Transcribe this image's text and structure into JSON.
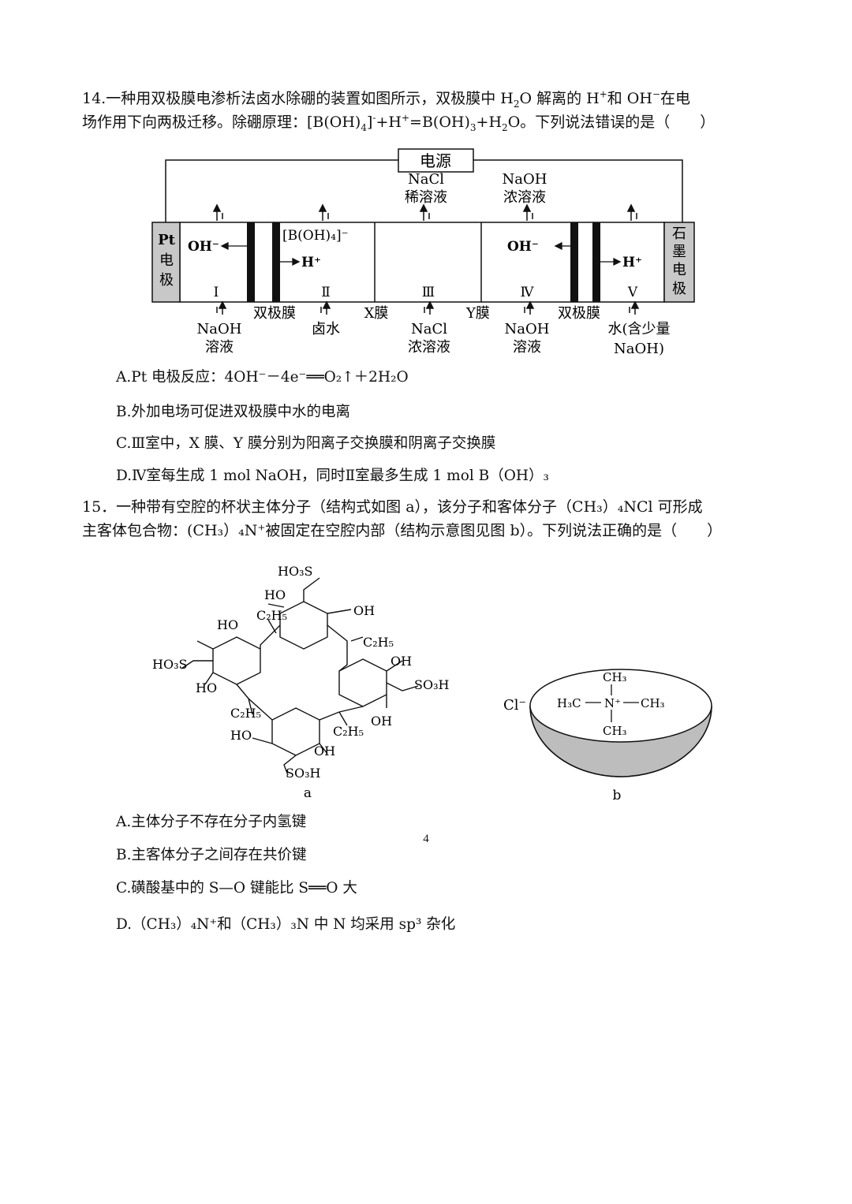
{
  "q14": {
    "line1_prefix": "14.一种用双极膜电渗析法卤水除硼的装置如图所示，双极膜中 H",
    "line1_mid": "O 解离的 H",
    "line1_mid2": "和 OH",
    "line1_end": "在电",
    "line2_prefix": "场作用下向两极迁移。除硼原理：[B(OH)",
    "line2_mid": "]",
    "line2_mid2": "+H",
    "line2_mid3": "=B(OH)",
    "line2_mid4": "+H",
    "line2_end": "O。下列说法错误的是（　　）",
    "sub2": "2",
    "sub3": "3",
    "sub4": "4",
    "sup_plus": "+",
    "sup_minus": "−",
    "sup_dash": "-",
    "figure": {
      "power": "电源",
      "top_labels": [
        {
          "l1": "NaCl",
          "l2": "稀溶液"
        },
        {
          "l1": "NaOH",
          "l2": "浓溶液"
        }
      ],
      "left_electrode": [
        "Pt",
        "电",
        "极"
      ],
      "right_electrode": [
        "石",
        "墨",
        "电",
        "极"
      ],
      "ion_oh_left": "OH⁻",
      "ion_boh4": "[B(OH)₄]⁻",
      "ion_h_left": "H⁺",
      "ion_oh_right": "OH⁻",
      "ion_h_right": "H⁺",
      "rooms": [
        "Ⅰ",
        "Ⅱ",
        "Ⅲ",
        "Ⅳ",
        "Ⅴ"
      ],
      "membranes": [
        "双极膜",
        "X膜",
        "Y膜",
        "双极膜"
      ],
      "bottom_labels": [
        {
          "l1": "NaOH",
          "l2": "溶液"
        },
        {
          "l1": "卤水",
          "l2": ""
        },
        {
          "l1": "NaCl",
          "l2": "浓溶液"
        },
        {
          "l1": "NaOH",
          "l2": "溶液"
        },
        {
          "l1": "水(含少量",
          "l2": "NaOH)"
        }
      ]
    },
    "options": {
      "A": "A.Pt 电极反应：4OH⁻－4e⁻══O₂↑＋2H₂O",
      "B": "B.外加电场可促进双极膜中水的电离",
      "C": "C.Ⅲ室中，X 膜、Y 膜分别为阳离子交换膜和阴离子交换膜",
      "D": "D.Ⅳ室每生成 1 mol NaOH，同时Ⅱ室最多生成 1 mol B（OH）₃"
    }
  },
  "q15": {
    "line1": "15．一种带有空腔的杯状主体分子（结构式如图 a），该分子和客体分子（CH₃）₄NCl 可形成",
    "line2": "主客体包合物：(CH₃）₄N⁺被固定在空腔内部（结构示意图见图 b）。下列说法正确的是（　　）",
    "figure_a": {
      "label": "a",
      "groups": {
        "so3h_top": "HO₃S",
        "ho_1": "HO",
        "c2h5_1": "C₂H₅",
        "oh_1": "OH",
        "ho_2": "HO",
        "c2h5_2": "C₂H₅",
        "so3h_left": "HO₃S",
        "oh_2": "OH",
        "ho_3": "HO",
        "so3h_right": "SO₃H",
        "c2h5_3": "C₂H₅",
        "oh_3": "OH",
        "ho_4": "HO",
        "oh_4": "OH",
        "c2h5_4": "C₂H₅",
        "so3h_bottom": "SO₃H"
      }
    },
    "figure_b": {
      "label": "b",
      "chloride": "Cl⁻",
      "ch3_top": "CH₃",
      "h3c_left": "H₃C",
      "n_plus": "N⁺",
      "ch3_right": "CH₃",
      "ch3_bottom": "CH₃"
    },
    "options": {
      "A": "A.主体分子不存在分子内氢键",
      "B": "B.主客体分子之间存在共价键",
      "C": "C.磺酸基中的 S—O 键能比 S══O 大",
      "D": "D.（CH₃）₄N⁺和（CH₃）₃N 中 N 均采用 sp³ 杂化"
    }
  },
  "page_number": "4"
}
